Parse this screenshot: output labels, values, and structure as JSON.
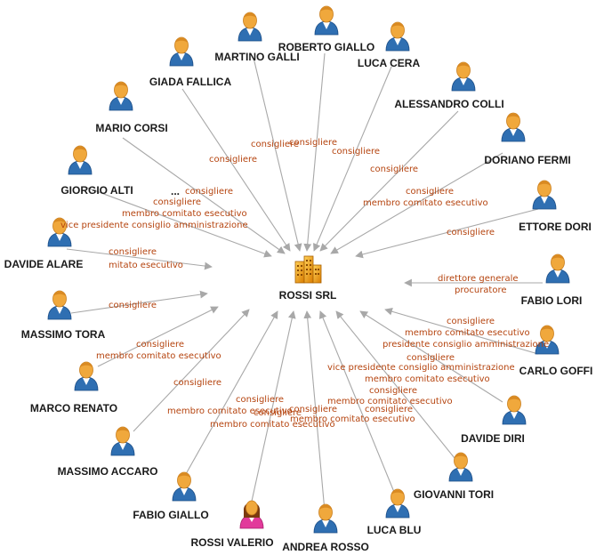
{
  "colors": {
    "edge": "#a8a8a8",
    "label": "#b5440f",
    "person_body_male": "#2f6fb2",
    "person_body_female": "#e23a9b",
    "skin": "#f0a83c",
    "company": "#f2a30f"
  },
  "center": {
    "name": "ROSSI SRL",
    "icon": "company-building-icon"
  },
  "nodes": [
    {
      "id": "roberto-giallo",
      "name": "ROBERTO GIALLO",
      "gender": "male"
    },
    {
      "id": "martino-galli",
      "name": "MARTINO GALLI",
      "gender": "male"
    },
    {
      "id": "luca-cera",
      "name": "LUCA CERA",
      "gender": "male"
    },
    {
      "id": "giada-fallica",
      "name": "GIADA FALLICA",
      "gender": "male"
    },
    {
      "id": "alessandro-colli",
      "name": "ALESSANDRO COLLI",
      "gender": "male"
    },
    {
      "id": "mario-corsi",
      "name": "MARIO CORSI",
      "gender": "male"
    },
    {
      "id": "doriano-fermi",
      "name": "DORIANO FERMI",
      "gender": "male"
    },
    {
      "id": "giorgio-alti",
      "name": "GIORGIO ALTI",
      "gender": "male"
    },
    {
      "id": "ettore-dori",
      "name": "ETTORE DORI",
      "gender": "male"
    },
    {
      "id": "davide-alare",
      "name": "DAVIDE ALARE",
      "gender": "male"
    },
    {
      "id": "fabio-lori",
      "name": "FABIO LORI",
      "gender": "male"
    },
    {
      "id": "massimo-tora",
      "name": "MASSIMO TORA",
      "gender": "male"
    },
    {
      "id": "carlo-goffi",
      "name": "CARLO GOFFI",
      "gender": "male"
    },
    {
      "id": "marco-renato",
      "name": "MARCO RENATO",
      "gender": "male"
    },
    {
      "id": "davide-diri",
      "name": "DAVIDE DIRI",
      "gender": "male"
    },
    {
      "id": "massimo-accaro",
      "name": "MASSIMO ACCARO",
      "gender": "male"
    },
    {
      "id": "giovanni-tori",
      "name": "GIOVANNI TORI",
      "gender": "male"
    },
    {
      "id": "fabio-giallo",
      "name": "FABIO GIALLO",
      "gender": "male"
    },
    {
      "id": "luca-blu",
      "name": "LUCA BLU",
      "gender": "male"
    },
    {
      "id": "rossi-valerio",
      "name": "ROSSI VALERIO",
      "gender": "female"
    },
    {
      "id": "andrea-rosso",
      "name": "ANDREA ROSSO",
      "gender": "male"
    }
  ],
  "ellipsis": "...",
  "edge_labels": [
    "consigliere",
    "consigliere",
    "consigliere",
    "consigliere",
    "consigliere",
    "consigliere",
    "consigliere",
    "membro comitato esecutivo",
    "consigliere",
    "membro comitato esecutivo",
    "vice presidente consiglio amministrazione",
    "consigliere",
    "consigliere",
    "mitato esecutivo",
    "direttore generale",
    "procuratore",
    "consigliere",
    "consigliere",
    "membro comitato esecutivo",
    "presidente consiglio amministrazione",
    "consigliere",
    "membro comitato esecutivo",
    "consigliere",
    "vice presidente consiglio amministrazione",
    "membro comitato esecutivo",
    "consigliere",
    "consigliere",
    "membro comitato esecutivo",
    "consigliere",
    "membro comitato esecutivo",
    "consigliere",
    "consigliere",
    "membro comitato esecutivo",
    "consigliere",
    "membro comitato esecutivo"
  ]
}
